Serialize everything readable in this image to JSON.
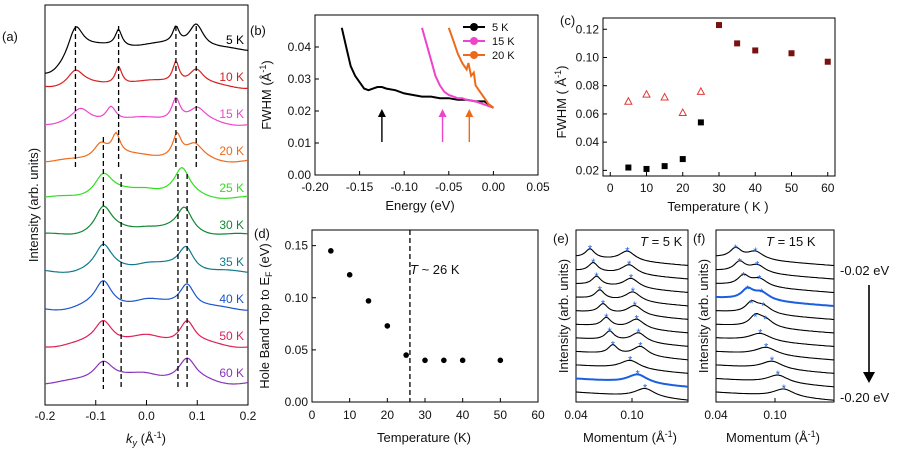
{
  "chart_data": [
    {
      "panel": "(a)",
      "type": "line",
      "ylabel": "Intensity (arb. units)",
      "xlabel_main": "k",
      "xlabel_sub": "y",
      "xlabel_unit": " (Å",
      "xlabel_exp": "-1",
      "xlabel_end": ")",
      "xlim": [
        -0.2,
        0.2
      ],
      "xticks": [
        -0.2,
        -0.1,
        0.0,
        0.1,
        0.2
      ],
      "xtick_labels": [
        "-0.2",
        "-0.1",
        "0.0",
        "0.1",
        "0.2"
      ],
      "series": [
        {
          "name": "5 K",
          "color": "#000000"
        },
        {
          "name": "10 K",
          "color": "#d62020"
        },
        {
          "name": "15 K",
          "color": "#ee44cc"
        },
        {
          "name": "20 K",
          "color": "#ee6a1a"
        },
        {
          "name": "25 K",
          "color": "#33dd22"
        },
        {
          "name": "30 K",
          "color": "#118833"
        },
        {
          "name": "35 K",
          "color": "#117a8a"
        },
        {
          "name": "40 K",
          "color": "#1a55cc"
        },
        {
          "name": "50 K",
          "color": "#dd2255"
        },
        {
          "name": "60 K",
          "color": "#8833bb"
        }
      ],
      "peak_lines": [
        {
          "k": -0.14,
          "from": "5 K",
          "to": "20 K"
        },
        {
          "k": -0.055,
          "from": "5 K",
          "to": "20 K"
        },
        {
          "k": 0.058,
          "from": "5 K",
          "to": "20 K"
        },
        {
          "k": 0.098,
          "from": "5 K",
          "to": "20 K"
        },
        {
          "k": -0.085,
          "from": "20 K",
          "to": "60 K"
        },
        {
          "k": -0.05,
          "from": "25 K",
          "to": "60 K"
        },
        {
          "k": 0.062,
          "from": "25 K",
          "to": "60 K"
        },
        {
          "k": 0.08,
          "from": "25 K",
          "to": "60 K"
        }
      ]
    },
    {
      "panel": "(b)",
      "type": "line",
      "xlabel": "Energy (eV)",
      "ylabel_main": "FWHM (Å",
      "ylabel_exp": "-1",
      "ylabel_end": ")",
      "xlim": [
        -0.2,
        0.05
      ],
      "ylim": [
        0.0,
        0.05
      ],
      "xticks": [
        -0.2,
        -0.15,
        -0.1,
        -0.05,
        0.0,
        0.05
      ],
      "xtick_labels": [
        "-0.20",
        "-0.15",
        "-0.10",
        "-0.05",
        "0.00",
        "0.05"
      ],
      "yticks": [
        0.0,
        0.01,
        0.02,
        0.03,
        0.04
      ],
      "ytick_labels": [
        "0.00",
        "0.01",
        "0.02",
        "0.03",
        "0.04"
      ],
      "legend_position": "top-right",
      "series": [
        {
          "name": "5 K",
          "color": "#000000",
          "x": [
            -0.17,
            -0.165,
            -0.16,
            -0.155,
            -0.15,
            -0.145,
            -0.14,
            -0.135,
            -0.13,
            -0.125,
            -0.12,
            -0.11,
            -0.1,
            -0.09,
            -0.08,
            -0.07,
            -0.06,
            -0.05,
            -0.04,
            -0.03,
            -0.02,
            -0.01,
            -0.005,
            0.0
          ],
          "y": [
            0.046,
            0.04,
            0.034,
            0.031,
            0.029,
            0.027,
            0.0265,
            0.027,
            0.0275,
            0.0275,
            0.027,
            0.0265,
            0.0255,
            0.025,
            0.0245,
            0.0245,
            0.024,
            0.024,
            0.0235,
            0.0235,
            0.023,
            0.023,
            0.022,
            0.021
          ]
        },
        {
          "name": "15 K",
          "color": "#ee44cc",
          "x": [
            -0.08,
            -0.075,
            -0.07,
            -0.065,
            -0.06,
            -0.055,
            -0.05,
            -0.045,
            -0.04,
            -0.035,
            -0.03,
            -0.02,
            -0.01,
            0.0
          ],
          "y": [
            0.046,
            0.041,
            0.036,
            0.031,
            0.028,
            0.026,
            0.025,
            0.0245,
            0.024,
            0.024,
            0.0235,
            0.023,
            0.022,
            0.021
          ]
        },
        {
          "name": "20 K",
          "color": "#ee6a1a",
          "x": [
            -0.05,
            -0.045,
            -0.04,
            -0.035,
            -0.03,
            -0.028,
            -0.025,
            -0.022,
            -0.02,
            -0.015,
            -0.01,
            -0.005,
            0.0
          ],
          "y": [
            0.046,
            0.042,
            0.038,
            0.035,
            0.033,
            0.035,
            0.031,
            0.032,
            0.028,
            0.026,
            0.024,
            0.022,
            0.021
          ]
        }
      ],
      "arrows": [
        {
          "x": -0.125,
          "color": "#000000"
        },
        {
          "x": -0.057,
          "color": "#ee44cc"
        },
        {
          "x": -0.027,
          "color": "#ee6a1a"
        }
      ]
    },
    {
      "panel": "(c)",
      "type": "scatter",
      "xlabel": "Temperature ( K )",
      "ylabel_main": "FWHM ( Å",
      "ylabel_exp": "-1",
      "ylabel_end": ")",
      "xlim": [
        -2,
        62
      ],
      "ylim": [
        0.016,
        0.128
      ],
      "xticks": [
        0,
        10,
        20,
        30,
        40,
        50,
        60
      ],
      "xtick_labels": [
        "0",
        "10",
        "20",
        "30",
        "40",
        "50",
        "60"
      ],
      "yticks": [
        0.02,
        0.04,
        0.06,
        0.08,
        0.1,
        0.12
      ],
      "ytick_labels": [
        "0.02",
        "0.04",
        "0.06",
        "0.08",
        "0.10",
        "0.12"
      ],
      "series": [
        {
          "marker": "square",
          "color": "#000000",
          "x": [
            5,
            10,
            15,
            20,
            25
          ],
          "y": [
            0.022,
            0.021,
            0.023,
            0.028,
            0.054
          ]
        },
        {
          "marker": "triangle-open",
          "color": "#e03a3a",
          "x": [
            5,
            10,
            15,
            20,
            25
          ],
          "y": [
            0.069,
            0.074,
            0.072,
            0.061,
            0.076
          ]
        },
        {
          "marker": "square",
          "color": "#7a1010",
          "x": [
            30,
            35,
            40,
            50,
            60
          ],
          "y": [
            0.123,
            0.11,
            0.105,
            0.103,
            0.097
          ]
        }
      ]
    },
    {
      "panel": "(d)",
      "type": "scatter",
      "xlabel": "Temperature (K)",
      "ylabel_main": "Hole Band Top to E",
      "ylabel_sub": "F",
      "ylabel_end": " (eV)",
      "xlim": [
        0,
        60
      ],
      "ylim": [
        0.0,
        0.165
      ],
      "xticks": [
        0,
        10,
        20,
        30,
        40,
        50,
        60
      ],
      "xtick_labels": [
        "0",
        "10",
        "20",
        "30",
        "40",
        "50",
        "60"
      ],
      "yticks": [
        0.0,
        0.05,
        0.1,
        0.15
      ],
      "ytick_labels": [
        "0.00",
        "0.05",
        "0.10",
        "0.15"
      ],
      "series": [
        {
          "color": "#000000",
          "x": [
            5,
            10,
            15,
            20,
            25,
            30,
            35,
            40,
            50
          ],
          "y": [
            0.145,
            0.122,
            0.097,
            0.073,
            0.045,
            0.04,
            0.04,
            0.04,
            0.04
          ]
        }
      ],
      "vline": {
        "x": 26
      },
      "annotation_T": "T",
      "annotation_rest": " ~ 26 K"
    },
    {
      "panel": "(e)",
      "type": "line",
      "ylabel": "Intensity (arb. units)",
      "xlabel_main": "Momentum (Å",
      "xlabel_exp": "-1",
      "xlabel_end": ")",
      "xlim": [
        0.04,
        0.16
      ],
      "xticks": [
        0.04,
        0.1
      ],
      "xtick_labels": [
        "0.04",
        "0.10"
      ],
      "title_T": "T",
      "title_rest": " = 5 K",
      "n_curves": 11,
      "highlight_index": 9,
      "highlight_color": "#1a5fe0",
      "marker_symbol": "*",
      "marker_color": "#1a5fe0"
    },
    {
      "panel": "(f)",
      "type": "line",
      "ylabel": "Intensity (arb. units)",
      "xlabel_main": "Momentum (Å",
      "xlabel_exp": "-1",
      "xlabel_end": ")",
      "xlim": [
        0.04,
        0.16
      ],
      "xticks": [
        0.04,
        0.1
      ],
      "xtick_labels": [
        "0.04",
        "0.10"
      ],
      "title_T": "T",
      "title_rest": " = 15 K",
      "n_curves": 11,
      "highlight_index": 3,
      "highlight_color": "#1a5fe0",
      "marker_symbol": "*",
      "marker_color": "#1a5fe0",
      "energy_top": "-0.02 eV",
      "energy_bottom": "-0.20 eV"
    }
  ]
}
